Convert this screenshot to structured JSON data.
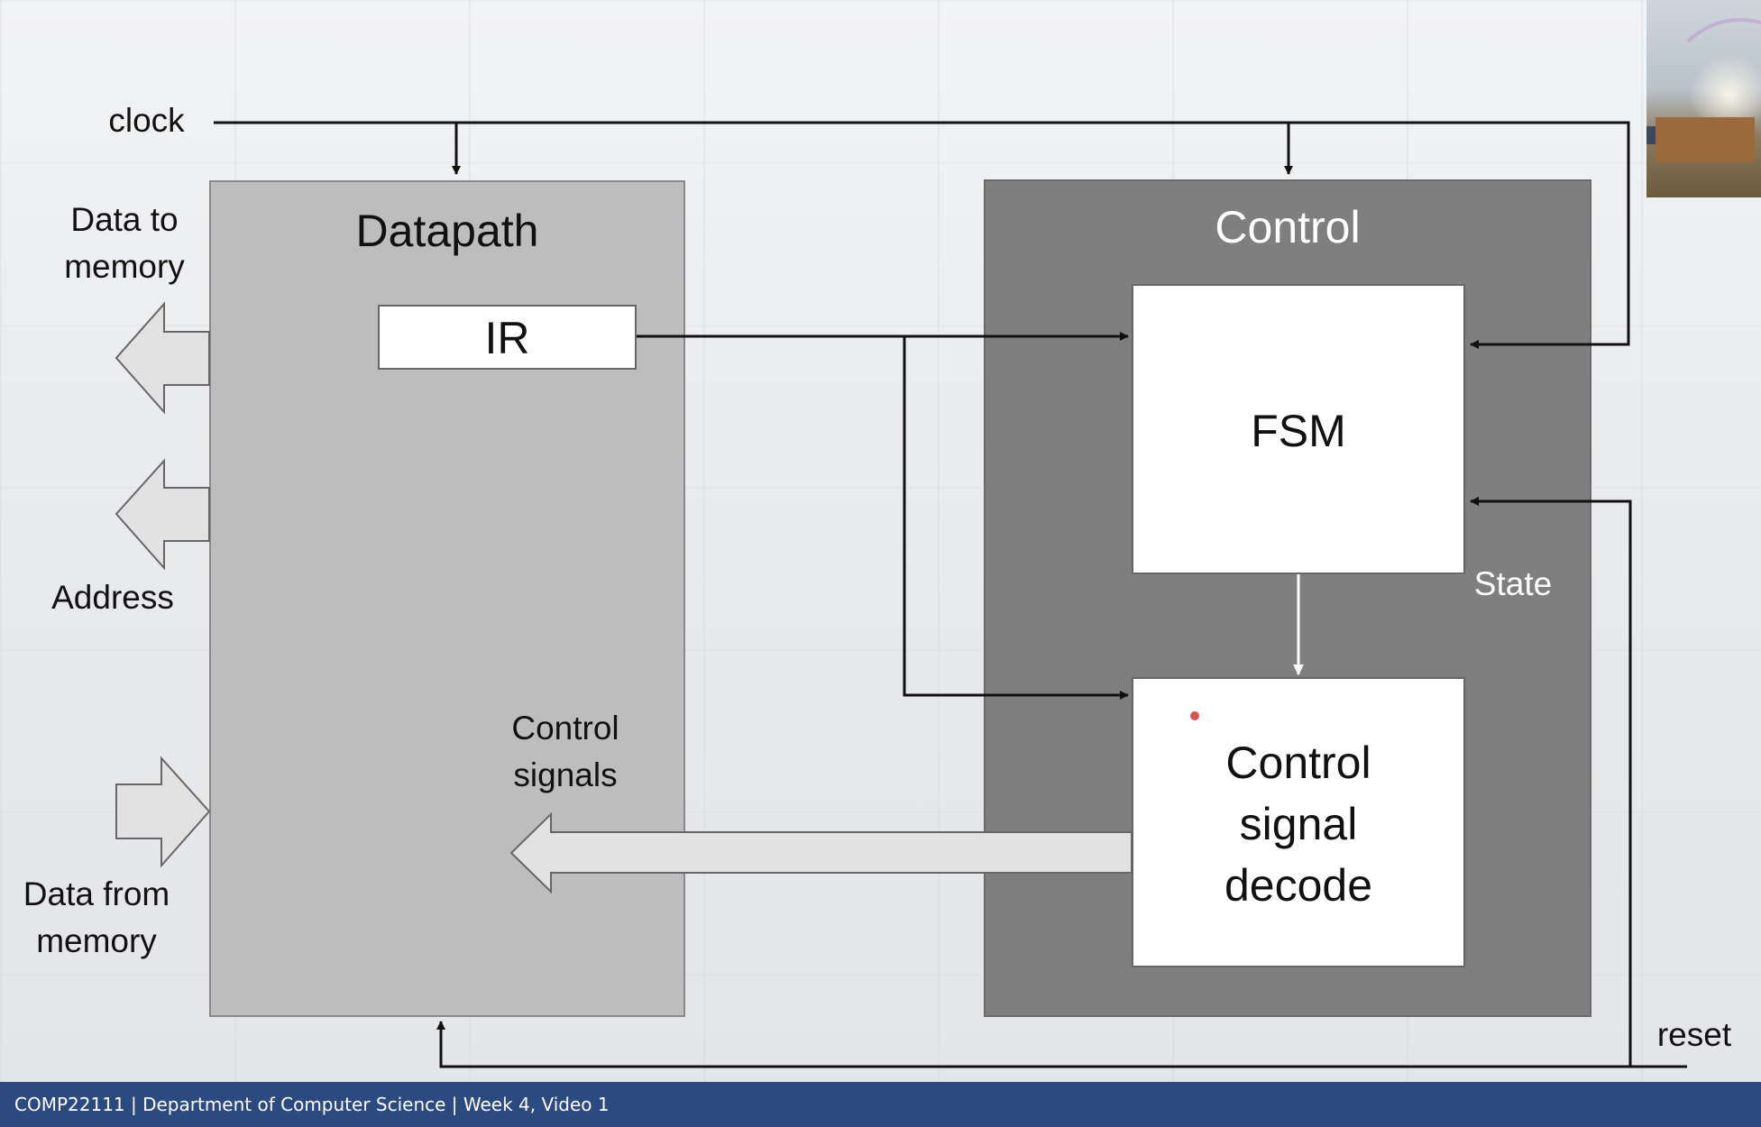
{
  "diagram": {
    "signals": {
      "clock": "clock",
      "reset": "reset",
      "data_to_memory": [
        "Data to",
        "memory"
      ],
      "address": "Address",
      "data_from_memory": [
        "Data from",
        "memory"
      ],
      "control_signals": [
        "Control",
        "signals"
      ],
      "state": "State"
    },
    "blocks": {
      "datapath": "Datapath",
      "ir": "IR",
      "control": "Control",
      "fsm": "FSM",
      "control_signal_decode": [
        "Control",
        "signal",
        "decode"
      ]
    }
  },
  "footer": {
    "text": "COMP22111 | Department of Computer Science | Week 4, Video 1"
  },
  "colors": {
    "datapath_fill": "#bdbdbd",
    "control_fill": "#7f7f7f",
    "footer_bar": "#2a4a80",
    "arrow_fill": "#e2e2e2"
  }
}
